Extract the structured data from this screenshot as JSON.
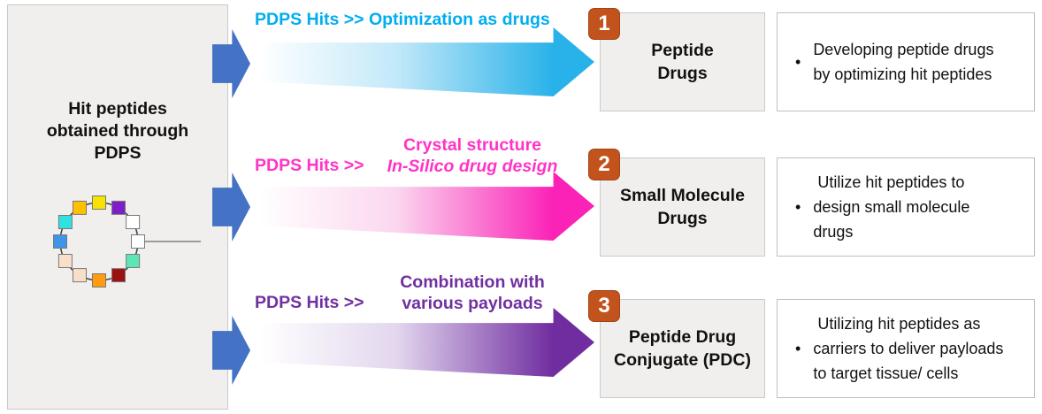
{
  "left_panel": {
    "title": "Hit peptides\nobtained through\nPDPS",
    "ring": {
      "stroke": "#3F3F3F",
      "tail_color": "#808080",
      "squares": [
        {
          "angle": 90,
          "color": "#F6E400"
        },
        {
          "angle": 60,
          "color": "#7D1EC8"
        },
        {
          "angle": 30,
          "color": "#FFFFFF"
        },
        {
          "angle": 0,
          "color": "#FFFFFF"
        },
        {
          "angle": -30,
          "color": "#5BE6B4"
        },
        {
          "angle": -60,
          "color": "#9C1111"
        },
        {
          "angle": -90,
          "color": "#FE9B0E"
        },
        {
          "angle": -120,
          "color": "#F8DFC8"
        },
        {
          "angle": -150,
          "color": "#F8DFC8"
        },
        {
          "angle": 180,
          "color": "#3E94E9"
        },
        {
          "angle": 150,
          "color": "#2FE2E2"
        },
        {
          "angle": 120,
          "color": "#FFC000"
        }
      ]
    }
  },
  "rows": [
    {
      "number": "1",
      "label": "PDPS Hits >> Optimization as drugs",
      "label_color": "#00AEEF",
      "arrow_color": "#29B2E9",
      "arrow_light": "#C3E9F9",
      "target": "Peptide\nDrugs",
      "bullet": "Developing peptide drugs\nby optimizing hit peptides"
    },
    {
      "number": "2",
      "label_prefix": "PDPS Hits >>",
      "label_line1": "Crystal structure",
      "label_line2": "In-Silico drug design",
      "label_color": "#FF34C7",
      "arrow_color": "#FA22B7",
      "arrow_light": "#FBD7EF",
      "target": "Small Molecule\nDrugs",
      "bullet": " Utilize hit peptides to\ndesign small molecule\ndrugs"
    },
    {
      "number": "3",
      "label_prefix": "PDPS Hits >>",
      "label_line1": "Combination with",
      "label_line2": "various payloads",
      "label_color": "#7030A0",
      "arrow_color": "#6F2DA0",
      "arrow_light": "#E3D7EE",
      "target": "Peptide Drug\nConjugate (PDC)",
      "bullet": " Utilizing hit peptides as\ncarriers to deliver payloads\nto target tissue/ cells"
    }
  ],
  "colors": {
    "badge_bg": "#C2531D",
    "chevron_blue": "#4472C4",
    "panel_bg": "#F0EFED"
  }
}
